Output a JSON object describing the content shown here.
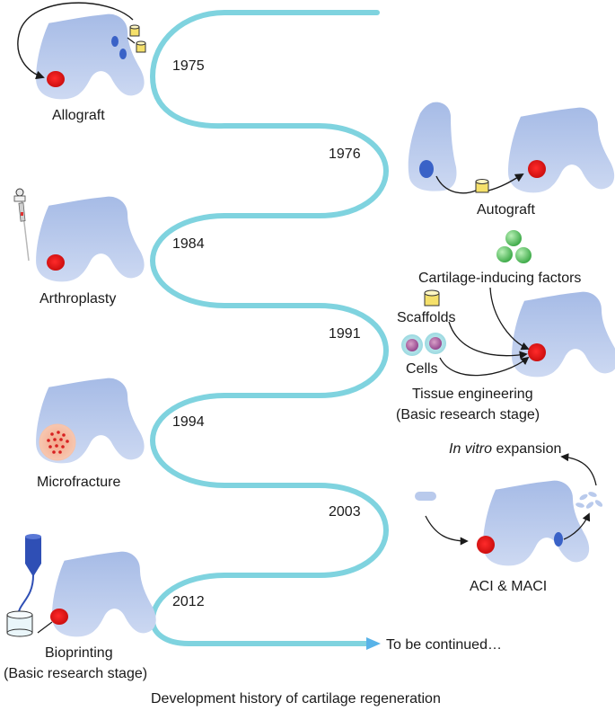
{
  "caption": "Development history of cartilage regeneration",
  "timeline": {
    "years": [
      "1975",
      "1976",
      "1984",
      "1991",
      "1994",
      "2003",
      "2012"
    ],
    "end_label": "To be continued…"
  },
  "methods": {
    "allograft": "Allograft",
    "autograft": "Autograft",
    "arthroplasty": "Arthroplasty",
    "tissue_engineering": {
      "factors": "Cartilage-inducing factors",
      "scaffolds": "Scaffolds",
      "cells": "Cells",
      "title": "Tissue engineering",
      "stage": "(Basic research stage)"
    },
    "microfracture": "Microfracture",
    "aci": {
      "expansion_italic": "In vitro",
      "expansion_rest": " expansion",
      "label": "ACI & MACI"
    },
    "bioprinting": {
      "title": "Bioprinting",
      "stage": "(Basic research stage)"
    }
  },
  "colors": {
    "timeline": "#7fd3df",
    "knee": "#b9caec",
    "lesion": "#e41e1e",
    "cell_blue": "#3a62c7",
    "cylinder": "#f5e06a"
  }
}
